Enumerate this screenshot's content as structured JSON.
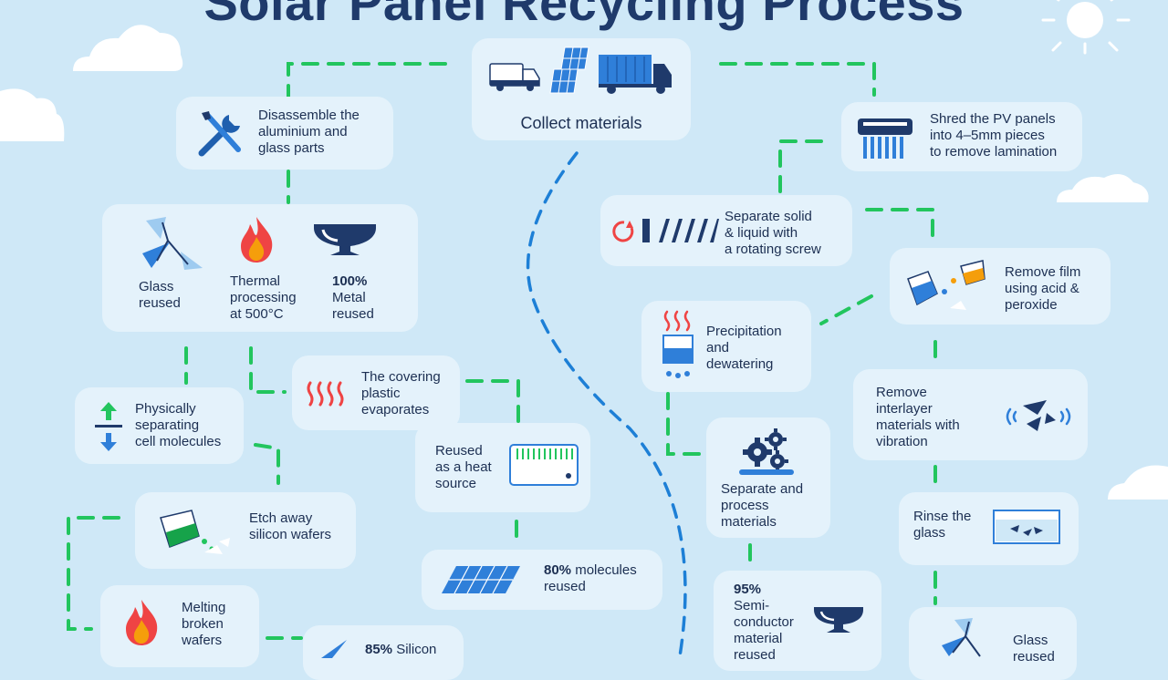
{
  "title": "Solar Panel Recycling Process",
  "colors": {
    "background": "#cfe8f7",
    "card": "#e4f2fb",
    "green_path": "#22c55e",
    "blue_path": "#1d7fd6",
    "text": "#1c2f52",
    "accent_red": "#ef4444",
    "accent_orange": "#f59e0b"
  },
  "steps": {
    "collect": "Collect materials",
    "disassemble": "Disassemble the\naluminium and\nglass parts",
    "glass_reused_1": "Glass\nreused",
    "thermal": "Thermal\nprocessing\nat 500°C",
    "metal_pct": "100%",
    "metal_rest": "Metal\nreused",
    "physically": "Physically\nseparating\ncell molecules",
    "covering": "The covering\nplastic\nevaporates",
    "heat_source": "Reused\nas a heat\nsource",
    "etch": "Etch away\nsilicon wafers",
    "molecules_pct": "80%",
    "molecules_rest": " molecules\nreused",
    "melting": "Melting\nbroken\nwafers",
    "silicon_pct": "85%",
    "silicon_rest": " Silicon",
    "shred": "Shred the PV panels\ninto 4–5mm pieces\nto remove lamination",
    "separate_solid": "Separate solid\n& liquid with\na rotating screw",
    "remove_film": "Remove film\nusing acid &\nperoxide",
    "precipitation": "Precipitation\nand\ndewatering",
    "remove_interlayer": "Remove\ninterlayer\nmaterials with\nvibration",
    "separate_process": "Separate and\nprocess\nmaterials",
    "rinse": "Rinse the\nglass",
    "semi_pct": "95%",
    "semi_rest": "Semi-\nconductor\nmaterial\nreused",
    "glass_reused_2": "Glass\nreused"
  },
  "icons": [
    "van-icon",
    "solar-panel-icon",
    "truck-icon",
    "tools-icon",
    "glass-shards-icon",
    "flame-icon",
    "metal-bowl-icon",
    "separate-arrows-icon",
    "heat-waves-icon",
    "radiator-icon",
    "etch-beaker-icon",
    "solar-panel-small-icon",
    "flame-icon",
    "shredder-icon",
    "rotating-screw-icon",
    "acid-beakers-icon",
    "precipitation-beaker-icon",
    "vibration-shards-icon",
    "gears-icon",
    "rinse-tray-icon",
    "metal-bowl-icon",
    "glass-shards-icon",
    "sun-icon",
    "cloud-icon"
  ]
}
